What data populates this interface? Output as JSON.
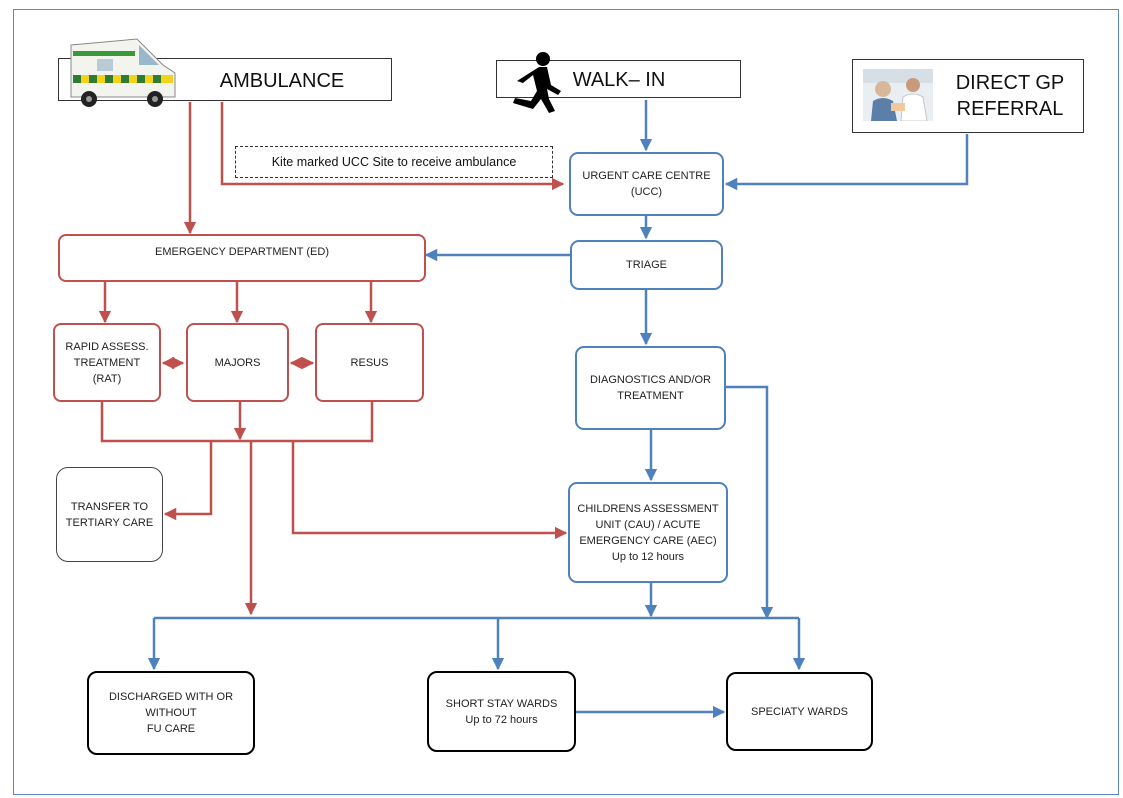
{
  "sources": {
    "ambulance": "AMBULANCE",
    "walk_in": "WALK– IN",
    "gp_referral": "DIRECT GP\nREFERRAL"
  },
  "note": "Kite marked UCC Site to receive ambulance",
  "nodes": {
    "ucc": "URGENT CARE CENTRE\n(UCC)",
    "ed": "EMERGENCY DEPARTMENT (ED)",
    "triage": "TRIAGE",
    "rat": "RAPID ASSESS.\nTREATMENT\n(RAT)",
    "majors": "MAJORS",
    "resus": "RESUS",
    "diagnostics": "DIAGNOSTICS AND/OR\nTREATMENT",
    "transfer": "TRANSFER TO\nTERTIARY CARE",
    "cau": "CHILDRENS ASSESSMENT\nUNIT (CAU) / ACUTE\nEMERGENCY CARE (AEC)\nUp to 12 hours",
    "discharged": "DISCHARGED WITH OR\nWITHOUT\nFU CARE",
    "short_stay": "SHORT STAY  WARDS\nUp to 72 hours",
    "specialty": "SPECIATY WARDS"
  },
  "colors": {
    "ed_pathway": "#c0504d",
    "ucc_pathway": "#4f81bd",
    "outcome_border": "#000000",
    "frame": "#5b87c5"
  },
  "icons": {
    "ambulance": "ambulance-icon",
    "walk_in": "walking-person-icon",
    "gp_referral": "doctor-patient-icon"
  }
}
